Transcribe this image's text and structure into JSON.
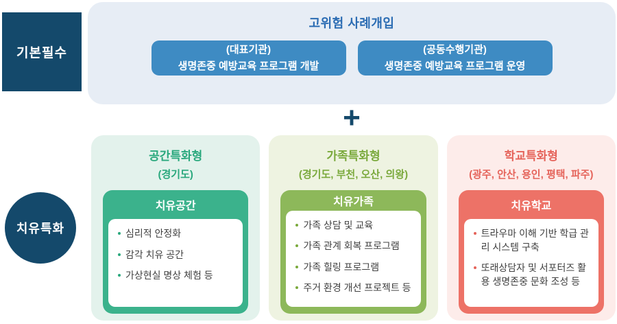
{
  "colors": {
    "navy": "#14496b",
    "panel_bg": "#e7edf5",
    "button_blue": "#3e8bc3",
    "title_blue": "#2b6cb3"
  },
  "basic": {
    "label": "기본필수",
    "panel_title": "고위험 사례개입",
    "cards": [
      {
        "line1": "(대표기관)",
        "line2": "생명존중 예방교육 프로그램 개발"
      },
      {
        "line1": "(공동수행기관)",
        "line2": "생명존중 예방교육 프로그램 운영"
      }
    ]
  },
  "plus_symbol": "+",
  "healing": {
    "label": "치유특화",
    "columns": [
      {
        "title": "공간특화형",
        "subtitle": "(경기도)",
        "header": "치유공간",
        "items": [
          "심리적 안정화",
          "감각 치유 공간",
          "가상현실 명상 체험 등"
        ],
        "colors": {
          "bg": "#e3f2ec",
          "accent": "#2aa87d",
          "frame": "#3bb28c"
        }
      },
      {
        "title": "가족특화형",
        "subtitle": "(경기도, 부천, 오산, 의왕)",
        "header": "치유가족",
        "items": [
          "가족 상담 및 교육",
          "가족 관계 회복 프로그램",
          "가족 힐링 프로그램",
          "주거 환경 개선 프로젝트 등"
        ],
        "colors": {
          "bg": "#eef3e1",
          "accent": "#7aa93c",
          "frame": "#8db85a"
        }
      },
      {
        "title": "학교특화형",
        "subtitle": "(광주, 안산, 용인, 평택, 파주)",
        "header": "치유학교",
        "items": [
          "트라우마 이해 기반 학급 관리 시스템 구축",
          "또래상담자 및 서포터즈 활용 생명존중 문화 조성 등"
        ],
        "colors": {
          "bg": "#fdecea",
          "accent": "#e5635a",
          "frame": "#ed7267"
        }
      }
    ]
  }
}
